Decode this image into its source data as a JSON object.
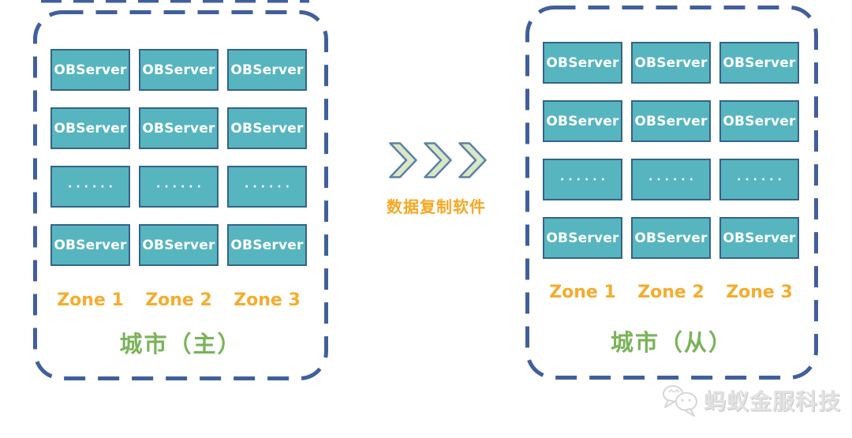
{
  "diagram": {
    "clusters": [
      {
        "name": "primary",
        "city_label": "城市（主）",
        "zones": [
          "Zone 1",
          "Zone 2",
          "Zone 3"
        ],
        "grid": [
          [
            "OBServer",
            "OBServer",
            "OBServer"
          ],
          [
            "OBServer",
            "OBServer",
            "OBServer"
          ],
          [
            "······",
            "······",
            "······"
          ],
          [
            "OBServer",
            "OBServer",
            "OBServer"
          ]
        ]
      },
      {
        "name": "secondary",
        "city_label": "城市（从）",
        "zones": [
          "Zone 1",
          "Zone 2",
          "Zone 3"
        ],
        "grid": [
          [
            "OBServer",
            "OBServer",
            "OBServer"
          ],
          [
            "OBServer",
            "OBServer",
            "OBServer"
          ],
          [
            "······",
            "······",
            "······"
          ],
          [
            "OBServer",
            "OBServer",
            "OBServer"
          ]
        ]
      }
    ],
    "replication": {
      "label": "数据复制软件",
      "arrow_icon": "triple-chevron-right-icon"
    },
    "watermark": {
      "icon": "wechat-speech-bubbles-icon",
      "text": "蚂蚁金服科技"
    },
    "colors": {
      "server_box_fill": "#57b5bf",
      "server_box_border": "#35638a",
      "cluster_dash_border": "#415f9c",
      "zone_label": "#f5ac2e",
      "replication_label": "#f7a823",
      "city_label": "#7ab35a",
      "chevron_fill": "#d9e8c5",
      "chevron_stroke": "#5d80ab",
      "watermark_text": "#e3e3e3"
    }
  }
}
